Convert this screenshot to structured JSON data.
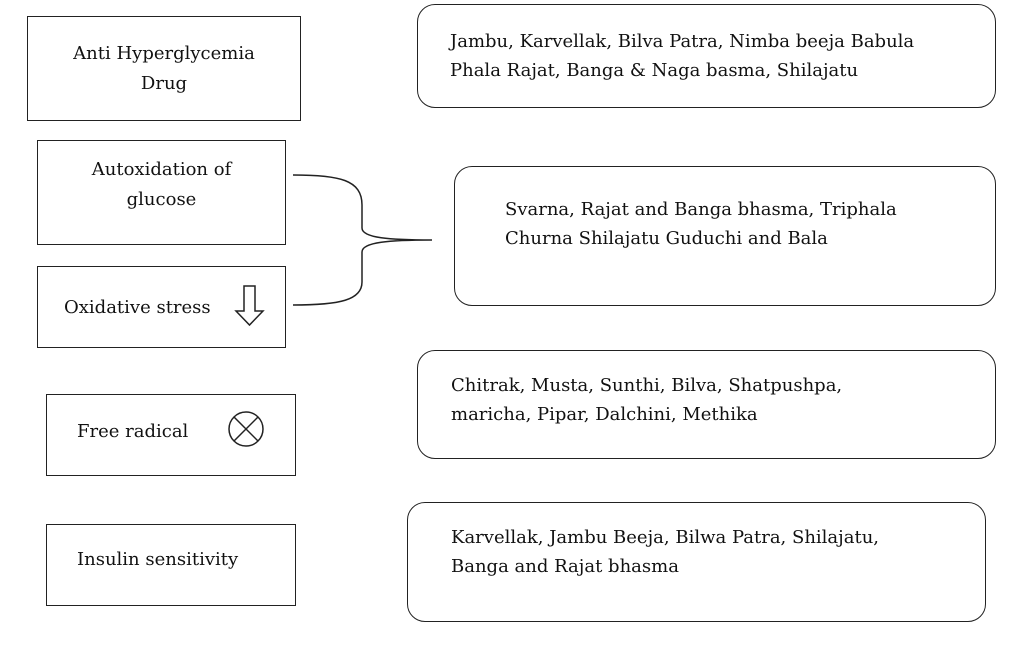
{
  "left_boxes": {
    "anti_hyperglycemia": "Anti Hyperglycemia\nDrug",
    "autoxidation": "Autoxidation of\nglucose",
    "oxidative_stress": "Oxidative stress",
    "free_radical": "Free radical",
    "insulin_sensitivity": "Insulin sensitivity"
  },
  "right_boxes": {
    "anti_hyperglycemia_drugs": "Jambu, Karvellak, Bilva Patra, Nimba beeja Babula Phala Rajat, Banga & Naga basma, Shilajatu",
    "oxidation_drugs": "Svarna, Rajat and Banga bhasma, Triphala Churna Shilajatu Guduchi and Bala",
    "free_radical_drugs": "Chitrak, Musta, Sunthi, Bilva, Shatpushpa, maricha, Pipar, Dalchini, Methika",
    "insulin_drugs": "Karvellak, Jambu Beeja, Bilwa Patra, Shilajatu, Banga and Rajat bhasma"
  },
  "icons": {
    "oxidative_stress": "down-arrow-icon",
    "free_radical": "circled-x-icon"
  },
  "colors": {
    "stroke": "#222222",
    "text": "#111111",
    "background": "#ffffff"
  }
}
